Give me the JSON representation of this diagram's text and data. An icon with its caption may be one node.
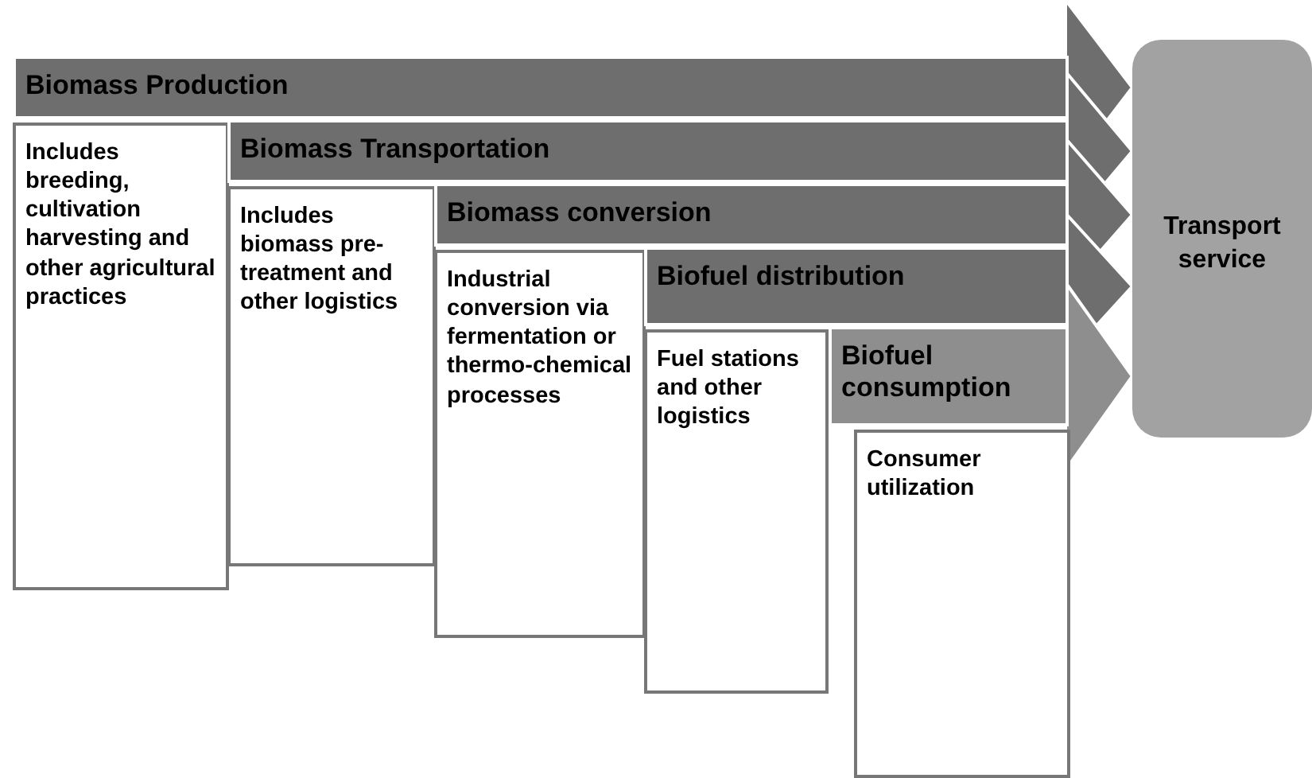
{
  "diagram": {
    "nodes": [
      {
        "text": [
          "Biomass Production"
        ]
      },
      {
        "text": [
          "Includes breeding, cultivation harvesting and other agricultural practices"
        ]
      },
      {
        "text": [
          "Biomass Transportation"
        ]
      },
      {
        "text": [
          "Includes biomass pre-treatment and other logistics"
        ]
      },
      {
        "text": [
          "Biomass conversion"
        ]
      },
      {
        "text": [
          "Industrial conversion via fermentation or thermo-chemical processes"
        ]
      },
      {
        "text": [
          "Biofuel distribution"
        ]
      },
      {
        "text": [
          "Fuel stations and other logistics"
        ]
      },
      {
        "text": [
          "Biofuel consumption"
        ]
      },
      {
        "text": [
          "Consumer utilization"
        ]
      },
      {
        "text": [
          "Transport service"
        ]
      }
    ],
    "edges": [
      {
        "from": 0,
        "to": 10,
        "arrow": "to"
      },
      {
        "from": 2,
        "to": 10,
        "arrow": "to"
      },
      {
        "from": 4,
        "to": 10,
        "arrow": "to"
      },
      {
        "from": 6,
        "to": 10,
        "arrow": "to"
      },
      {
        "from": 8,
        "to": 10,
        "arrow": "to",
        "color": "#8e8e8e"
      }
    ]
  }
}
